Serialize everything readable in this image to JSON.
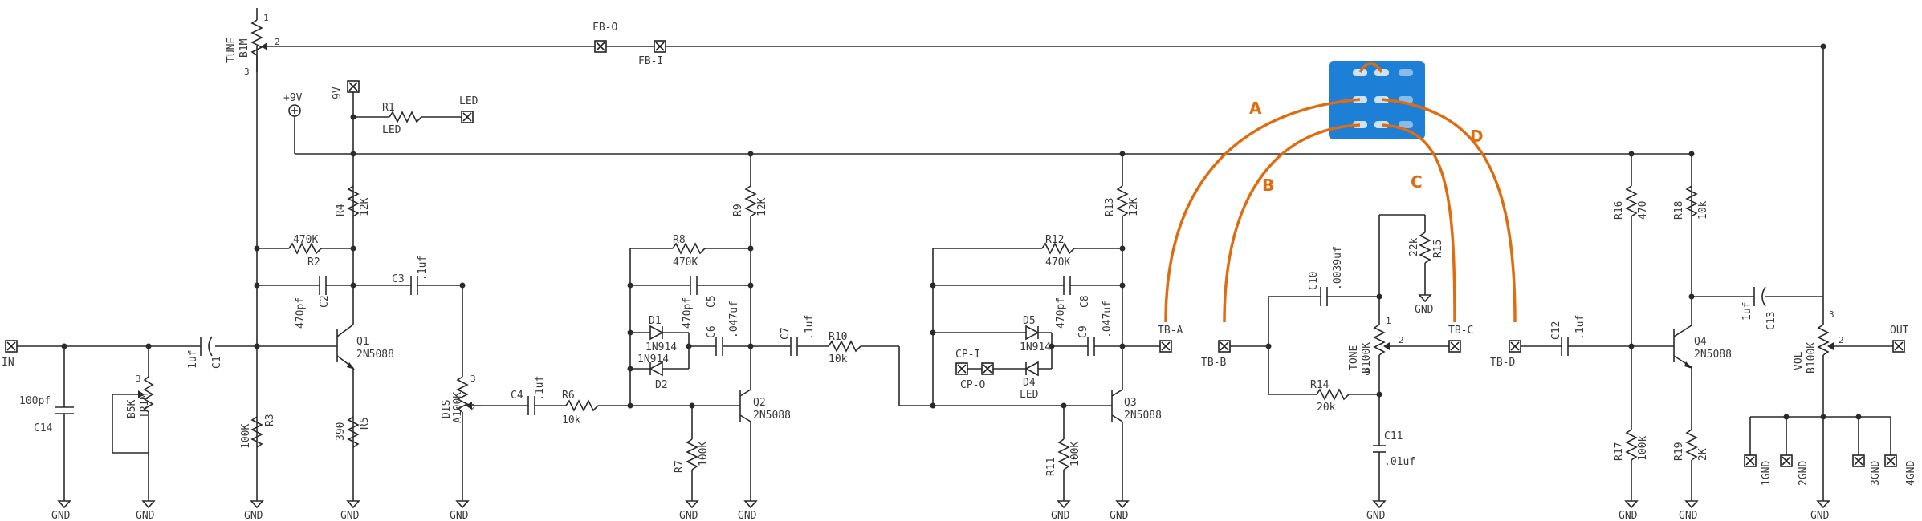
{
  "components": {
    "r1": {
      "ref": "R1",
      "val": "LED"
    },
    "r2": {
      "ref": "R2",
      "val": "470K"
    },
    "r3": {
      "ref": "R3",
      "val": "100K"
    },
    "r4": {
      "ref": "R4",
      "val": "12K"
    },
    "r5": {
      "ref": "R5",
      "val": "390"
    },
    "r6": {
      "ref": "R6",
      "val": "10k"
    },
    "r7": {
      "ref": "R7",
      "val": "100K"
    },
    "r8": {
      "ref": "R8",
      "val": "470K"
    },
    "r9": {
      "ref": "R9",
      "val": "12K"
    },
    "r10": {
      "ref": "R10",
      "val": "10k"
    },
    "r11": {
      "ref": "R11",
      "val": "100K"
    },
    "r12": {
      "ref": "R12",
      "val": "470K"
    },
    "r13": {
      "ref": "R13",
      "val": "12K"
    },
    "r14": {
      "ref": "R14",
      "val": "20k"
    },
    "r15": {
      "ref": "R15",
      "val": "22k"
    },
    "r16": {
      "ref": "R16",
      "val": "470"
    },
    "r17": {
      "ref": "R17",
      "val": "100k"
    },
    "r18": {
      "ref": "R18",
      "val": "10k"
    },
    "r19": {
      "ref": "R19",
      "val": "2K"
    },
    "c1": {
      "ref": "C1",
      "val": "1uf"
    },
    "c2": {
      "ref": "C2",
      "val": "470pf"
    },
    "c3": {
      "ref": "C3",
      "val": ".1uf"
    },
    "c4": {
      "ref": "C4",
      "val": ".1uf"
    },
    "c5": {
      "ref": "C5",
      "val": "470pf"
    },
    "c6": {
      "ref": "C6",
      "val": ".047uf"
    },
    "c7": {
      "ref": "C7",
      "val": ".1uf"
    },
    "c8": {
      "ref": "C8",
      "val": "470pf"
    },
    "c9": {
      "ref": "C9",
      "val": ".047uf"
    },
    "c10": {
      "ref": "C10",
      "val": ".0039uf"
    },
    "c11": {
      "ref": "C11",
      "val": ".01uf"
    },
    "c12": {
      "ref": "C12",
      "val": ".1uf"
    },
    "c13": {
      "ref": "C13",
      "val": "1uf"
    },
    "c14": {
      "ref": "C14",
      "val": "100pf"
    },
    "q1": {
      "ref": "Q1",
      "val": "2N5088"
    },
    "q2": {
      "ref": "Q2",
      "val": "2N5088"
    },
    "q3": {
      "ref": "Q3",
      "val": "2N5088"
    },
    "q4": {
      "ref": "Q4",
      "val": "2N5088"
    },
    "d1": {
      "ref": "D1",
      "val": "1N914"
    },
    "d2": {
      "ref": "D2",
      "val": "1N914"
    },
    "d4": {
      "ref": "D4",
      "val": "LED"
    },
    "d5": {
      "ref": "D5",
      "val": "1N914"
    },
    "tune_top": {
      "ref": "TUNE",
      "val": "B1M"
    },
    "trim": {
      "ref": "B5K",
      "val": "TRIM"
    },
    "dis": {
      "ref": "DIS",
      "val": "A100K"
    },
    "tone": {
      "ref": "TONE",
      "val": "B100K"
    },
    "vol": {
      "ref": "VOL",
      "val": "B100K"
    }
  },
  "pads": {
    "in": "IN",
    "out": "OUT",
    "fbo": "FB-O",
    "fbi": "FB-I",
    "nine_v": "9V",
    "led": "LED",
    "tba": "TB-A",
    "tbb": "TB-B",
    "tbc": "TB-C",
    "tbd": "TB-D",
    "cpi": "CP-I",
    "cpo": "CP-O",
    "gnd1": "1GND",
    "gnd2": "2GND",
    "gnd3": "3GND",
    "gnd4": "4GND"
  },
  "supply": "+9V",
  "gnd_label": "GND",
  "pins": {
    "one": "1",
    "two": "2",
    "three": "3"
  },
  "arcs": {
    "a": "A",
    "b": "B",
    "c": "C",
    "d": "D"
  },
  "colors": {
    "wire": "#2a2a2a",
    "accent": "#e06c10",
    "switch": "#1e7fd6"
  }
}
